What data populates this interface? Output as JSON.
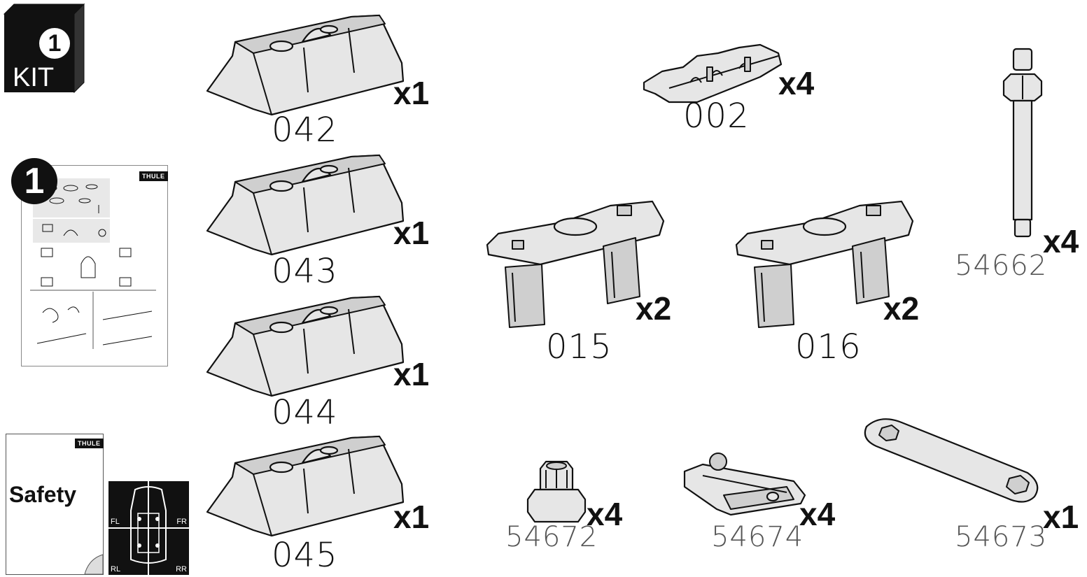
{
  "kit": {
    "number": "1",
    "label": "KIT"
  },
  "manual": {
    "number": "1",
    "brand": "THULE"
  },
  "safety": {
    "brand": "THULE",
    "label": "Safety"
  },
  "positions": {
    "fl": "FL",
    "fr": "FR",
    "rl": "RL",
    "rr": "RR"
  },
  "parts": [
    {
      "id": "042",
      "qty": "x1"
    },
    {
      "id": "043",
      "qty": "x1"
    },
    {
      "id": "044",
      "qty": "x1"
    },
    {
      "id": "045",
      "qty": "x1"
    },
    {
      "id": "002",
      "qty": "x4"
    },
    {
      "id": "015",
      "qty": "x2"
    },
    {
      "id": "016",
      "qty": "x2"
    },
    {
      "id": "54662",
      "qty": "x4"
    },
    {
      "id": "54672",
      "qty": "x4"
    },
    {
      "id": "54674",
      "qty": "x4"
    },
    {
      "id": "54673",
      "qty": "x1"
    }
  ]
}
